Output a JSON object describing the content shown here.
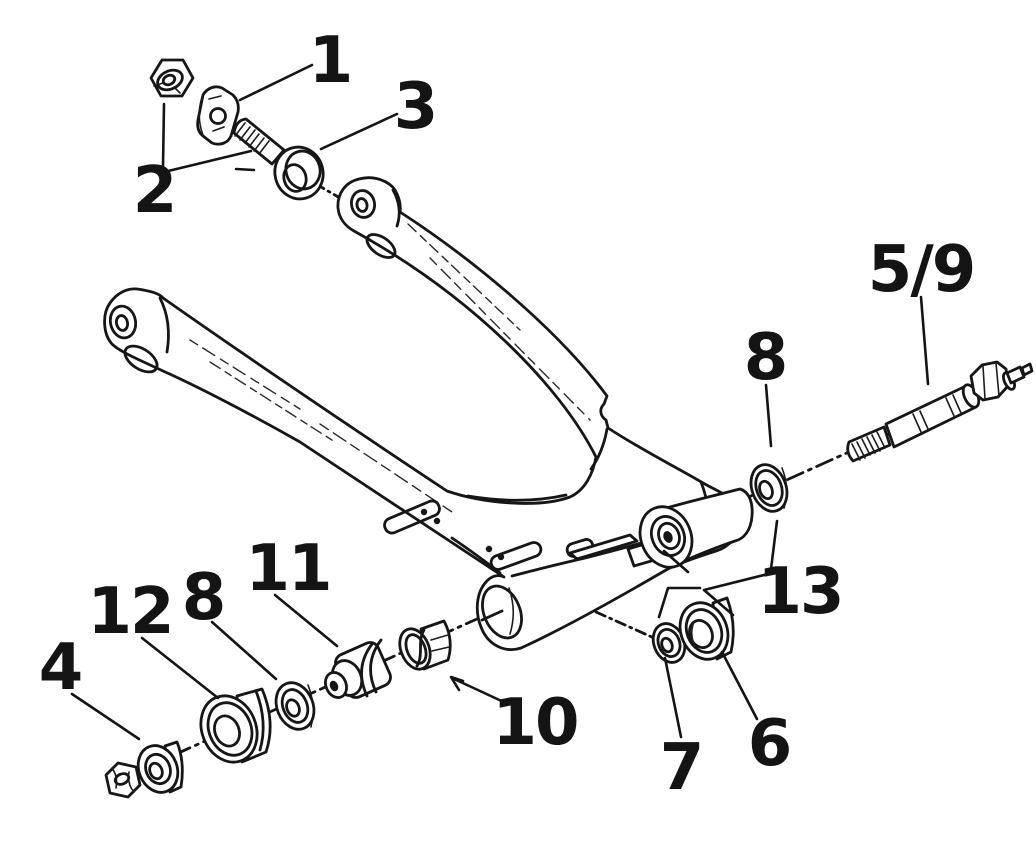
{
  "page": {
    "background_color": "#ffffff",
    "line_color": "#161616"
  },
  "diagram": {
    "kind": "exploded-parts-line-diagram",
    "labels": {
      "n1": "1",
      "n2": "2",
      "n3": "3",
      "n4": "4",
      "n59": "5/9",
      "n6": "6",
      "n7": "7",
      "n8_right": "8",
      "n8_left": "8",
      "n10": "10",
      "n11": "11",
      "n12": "12",
      "n13": "13"
    }
  }
}
